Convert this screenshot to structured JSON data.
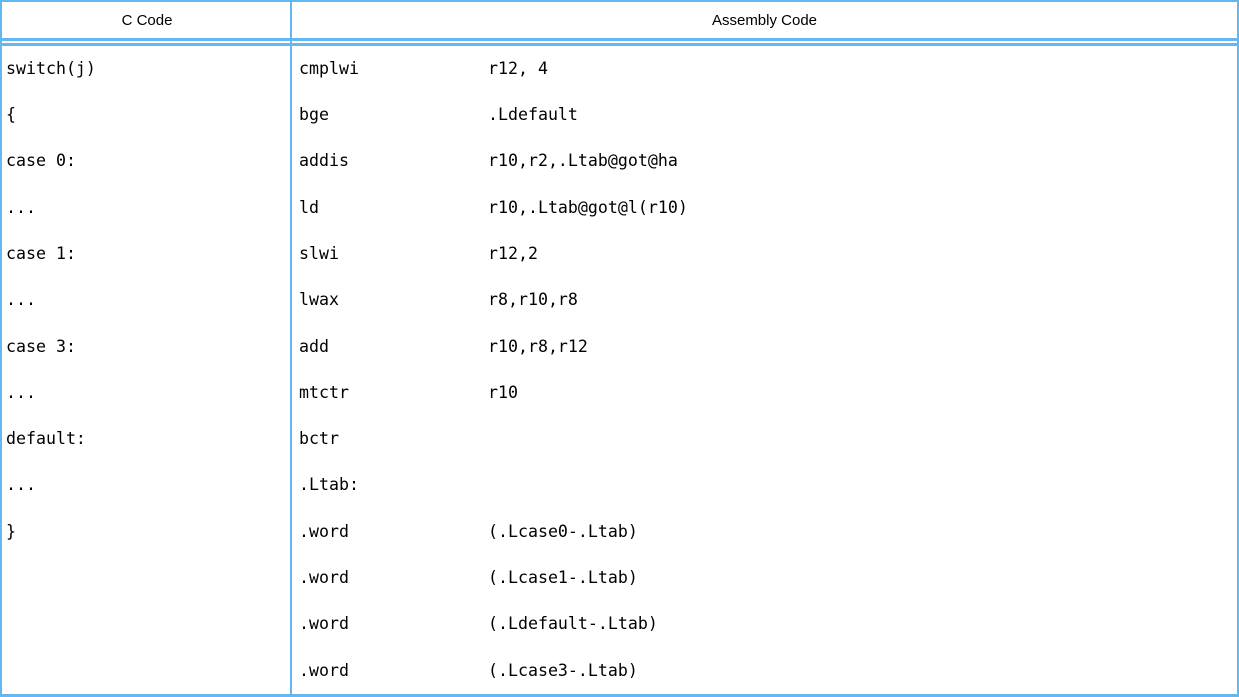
{
  "table": {
    "border_color": "#64b7f0",
    "text_color": "#000000",
    "headers": [
      "C Code",
      "Assembly Code"
    ],
    "rows": [
      {
        "c": "switch(j)",
        "op": "cmplwi",
        "arg": "r12, 4"
      },
      {
        "c": "{",
        "op": "bge",
        "arg": ".Ldefault"
      },
      {
        "c": "case 0:",
        "op": "addis",
        "arg": "r10,r2,.Ltab@got@ha"
      },
      {
        "c": "...",
        "op": "ld",
        "arg": "r10,.Ltab@got@l(r10)"
      },
      {
        "c": "case 1:",
        "op": "slwi",
        "arg": "r12,2"
      },
      {
        "c": "...",
        "op": "lwax",
        "arg": "r8,r10,r8"
      },
      {
        "c": "case 3:",
        "op": "add",
        "arg": "r10,r8,r12"
      },
      {
        "c": "...",
        "op": "mtctr",
        "arg": "r10"
      },
      {
        "c": "default:",
        "op": "bctr",
        "arg": ""
      },
      {
        "c": "...",
        "op": ".Ltab:",
        "arg": ""
      },
      {
        "c": "}",
        "op": ".word",
        "arg": "(.Lcase0-.Ltab)"
      },
      {
        "c": "",
        "op": ".word",
        "arg": "(.Lcase1-.Ltab)"
      },
      {
        "c": "",
        "op": ".word",
        "arg": "(.Ldefault-.Ltab)"
      },
      {
        "c": "",
        "op": ".word",
        "arg": "(.Lcase3-.Ltab)"
      }
    ]
  }
}
